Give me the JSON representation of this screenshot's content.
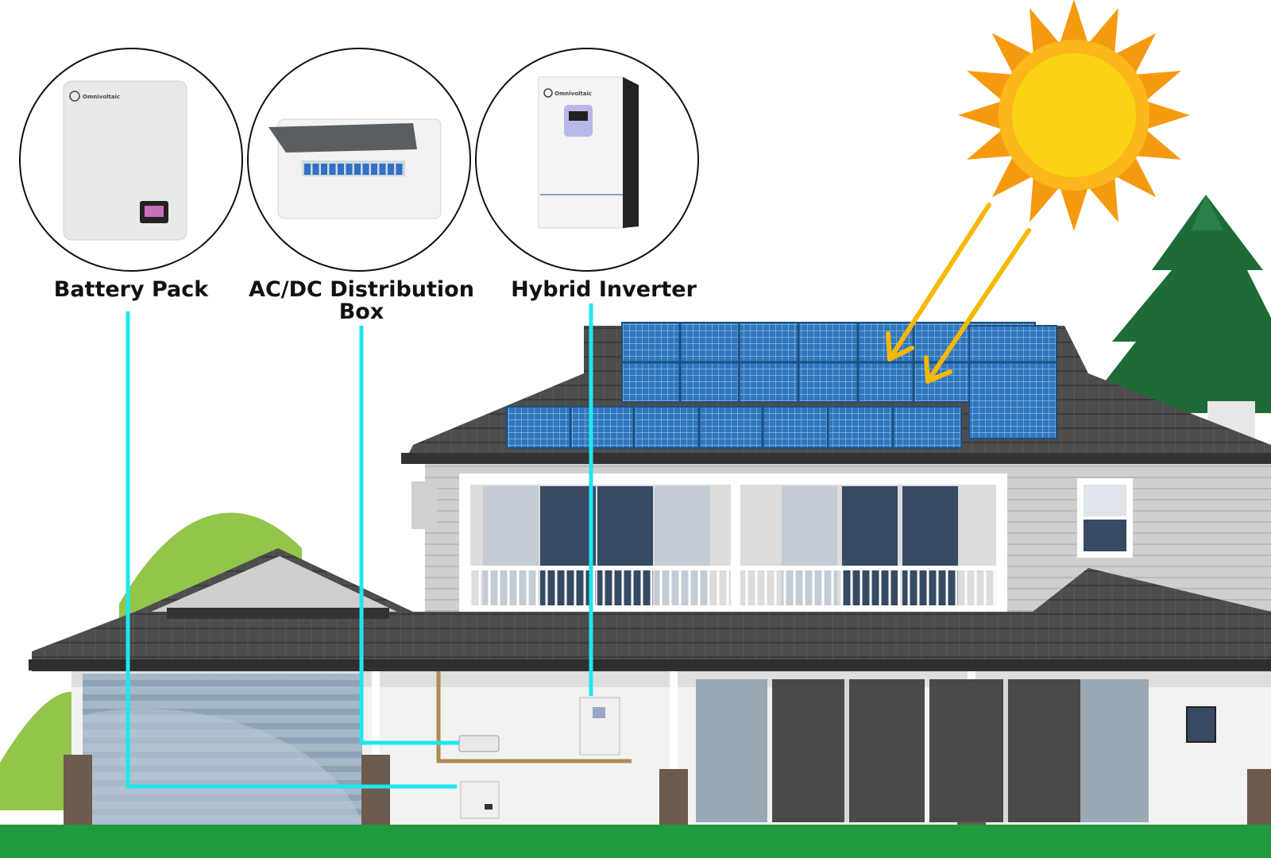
{
  "components": [
    {
      "id": "battery",
      "label": "Battery Pack",
      "brand": "Omnivoltaic"
    },
    {
      "id": "distribution",
      "label_line1": "AC/DC Distribution",
      "label_line2": "Box"
    },
    {
      "id": "inverter",
      "label": "Hybrid Inverter",
      "brand": "Omnivoltaic"
    }
  ],
  "colors": {
    "connector": "#1fe6ee",
    "sun_rays": "#f59a0f",
    "sun_core": "#fbd315",
    "arrow": "#f6b800",
    "roof": "#4a4a4a",
    "panel": "#2f77be",
    "grass": "#1f9a3e",
    "hill": "#93c54b",
    "tree": "#1e6b38"
  }
}
